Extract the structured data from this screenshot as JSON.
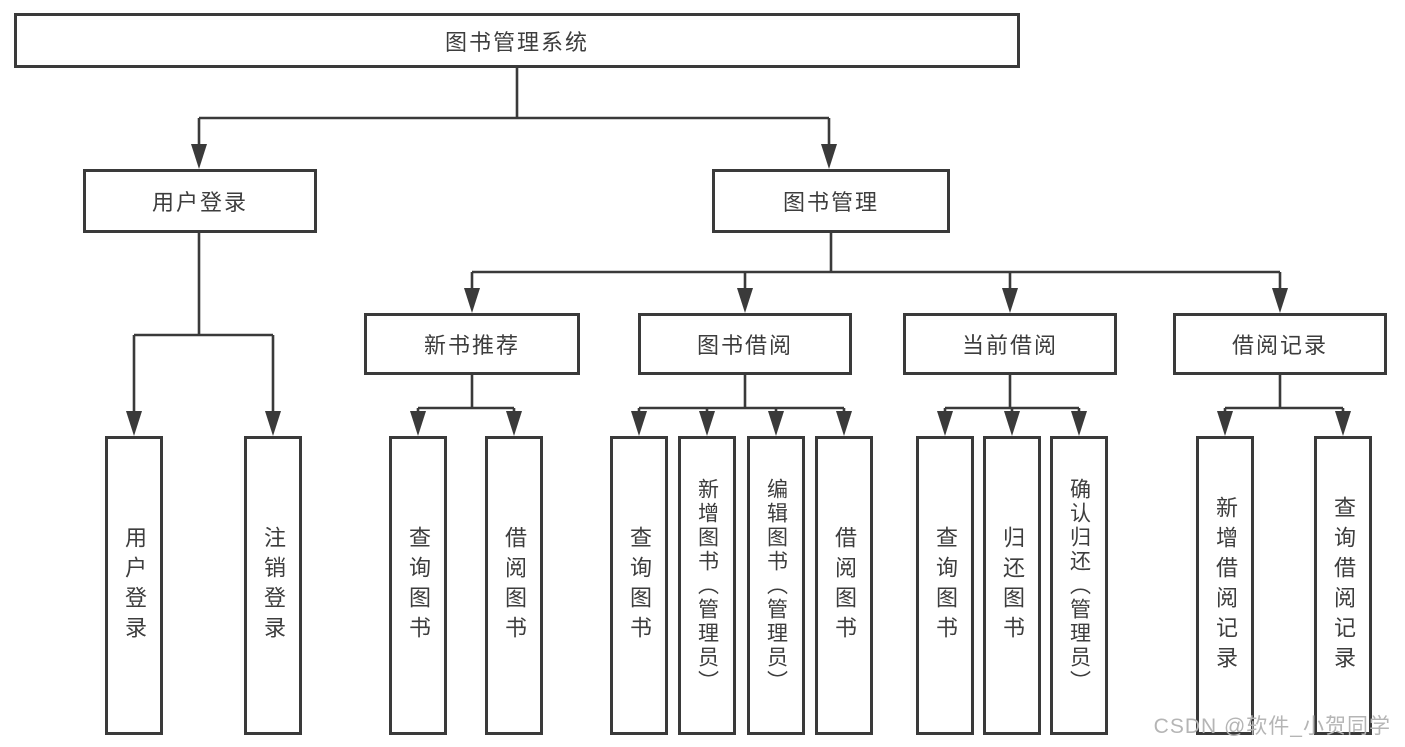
{
  "tree": {
    "label": "图书管理系统",
    "children": [
      {
        "label": "用户登录",
        "children": [
          {
            "label": "用户登录"
          },
          {
            "label": "注销登录"
          }
        ]
      },
      {
        "label": "图书管理",
        "children": [
          {
            "label": "新书推荐",
            "children": [
              {
                "label": "查询图书"
              },
              {
                "label": "借阅图书"
              }
            ]
          },
          {
            "label": "图书借阅",
            "children": [
              {
                "label": "查询图书"
              },
              {
                "label": "新增图书（管理员）"
              },
              {
                "label": "编辑图书（管理员）"
              },
              {
                "label": "借阅图书"
              }
            ]
          },
          {
            "label": "当前借阅",
            "children": [
              {
                "label": "查询图书"
              },
              {
                "label": "归还图书"
              },
              {
                "label": "确认归还（管理员）"
              }
            ]
          },
          {
            "label": "借阅记录",
            "children": [
              {
                "label": "新增借阅记录"
              },
              {
                "label": "查询借阅记录"
              }
            ]
          }
        ]
      }
    ]
  },
  "watermark": "CSDN @软件_小贺同学",
  "colors": {
    "line": "#3a3a3a",
    "box_border": "#3a3a3a",
    "text": "#3d3d3d",
    "watermark": "#b5b5b5",
    "background": "#ffffff"
  }
}
